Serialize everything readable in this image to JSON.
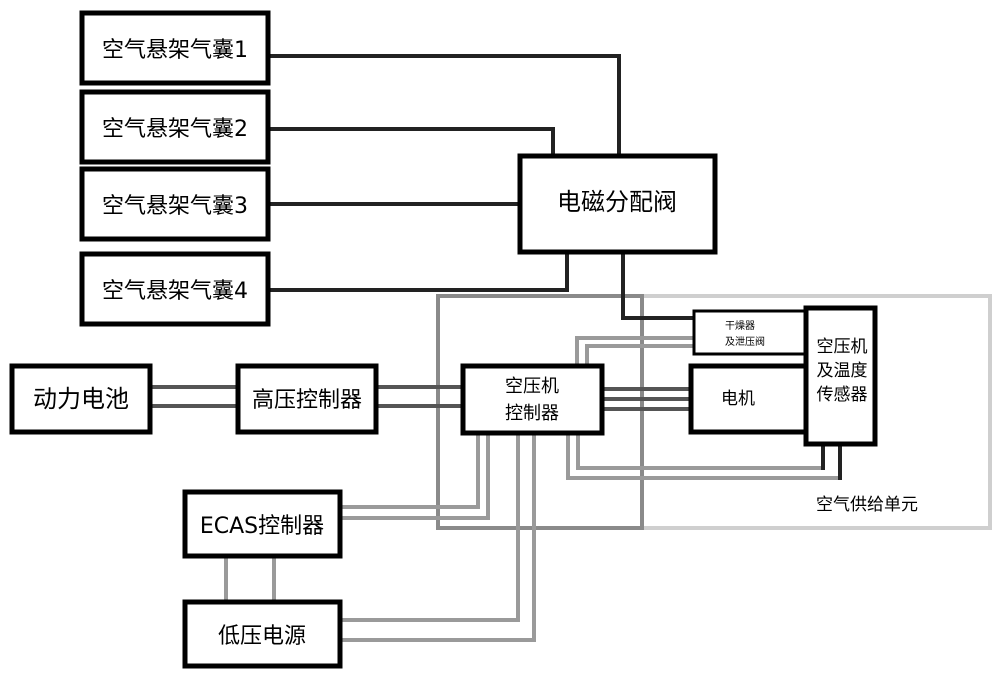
{
  "blocks": {
    "airbag1": "空气悬架气囊1",
    "airbag2": "空气悬架气囊2",
    "airbag3": "空气悬架气囊3",
    "airbag4": "空气悬架气囊4",
    "valve": "电磁分配阀",
    "battery": "动力电池",
    "hv_controller": "高压控制器",
    "compressor_controller_line1": "空压机",
    "compressor_controller_line2": "控制器",
    "dryer_line1": "干燥器",
    "dryer_line2": "及泄压阀",
    "motor": "电机",
    "temp_sensor_line1": "空压机",
    "temp_sensor_line2": "及温度",
    "temp_sensor_line3": "传感器",
    "air_supply_unit": "空气供给单元",
    "ecas_controller": "ECAS控制器",
    "lv_power": "低压电源"
  },
  "colors": {
    "box_stroke": "#000000",
    "dark_wire": "#222222",
    "gray_wire": "#9a9a9a",
    "unit_outline_light": "#cfcfcf",
    "unit_outline_dark": "#8a8a8a"
  }
}
